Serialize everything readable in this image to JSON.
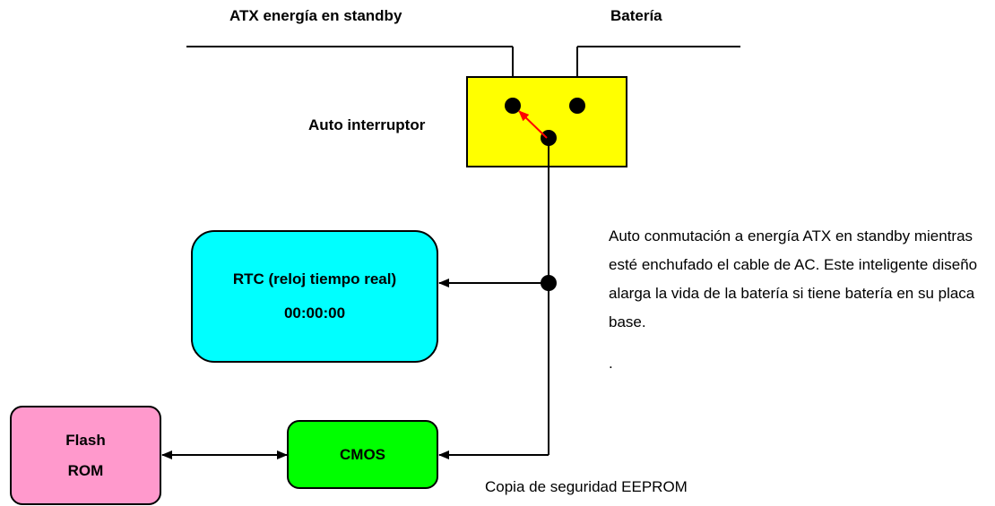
{
  "labels": {
    "atx_standby": "ATX energía en standby",
    "battery": "Batería",
    "auto_switch": "Auto interruptor",
    "eeprom_backup": "Copia de seguridad EEPROM"
  },
  "rtc": {
    "title": "RTC (reloj tiempo real)",
    "time": "00:00:00"
  },
  "cmos": {
    "label": "CMOS"
  },
  "flash_rom": {
    "label": "Flash ROM"
  },
  "description": {
    "text": "Auto conmutación a energía ATX en standby mientras esté enchufado el cable de AC. Este inteligente diseño alarga la vida de la batería si tiene batería en su placa base.",
    "trailing": "."
  },
  "colors": {
    "switch_box": "#ffff00",
    "rtc_box": "#00ffff",
    "cmos_box": "#00ff00",
    "flash_box": "#ff99cc",
    "switch_arrow": "#ff0000"
  }
}
